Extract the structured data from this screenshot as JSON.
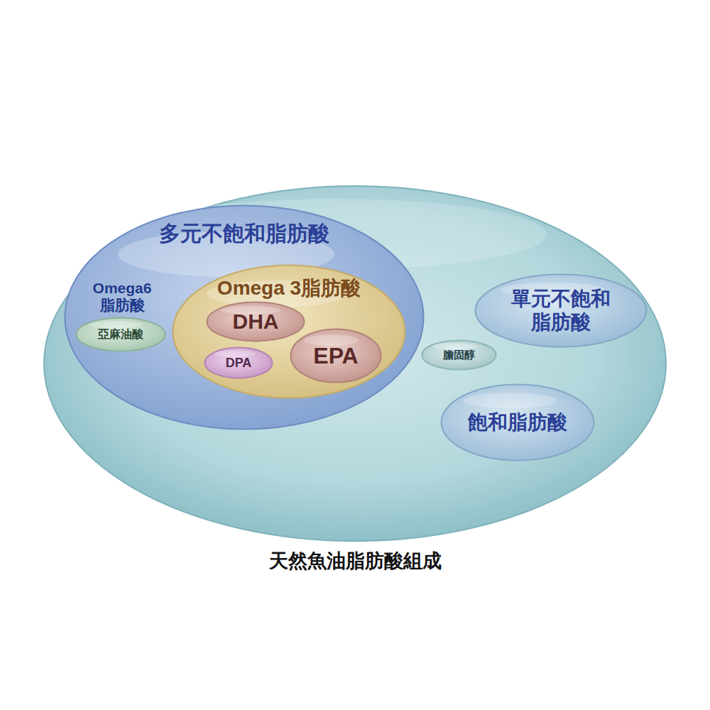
{
  "diagram": {
    "caption": "天然魚油脂肪酸組成",
    "nodes": [
      {
        "text": [
          "多元不飽和脂肪酸"
        ]
      },
      {
        "text": [
          "Omega6 脂肪酸",
          "亞麻油酸"
        ],
        "in": 0
      },
      {
        "text": [
          "Omega 3脂肪酸"
        ],
        "in": 0
      },
      {
        "text": [
          "DHA"
        ],
        "in": 2
      },
      {
        "text": [
          "DPA"
        ],
        "in": 2
      },
      {
        "text": [
          "EPA"
        ],
        "in": 2
      },
      {
        "text": [
          "單元不飽和 脂肪酸"
        ]
      },
      {
        "text": [
          "膽固醇"
        ]
      },
      {
        "text": [
          "飽和脂肪酸"
        ]
      }
    ]
  }
}
